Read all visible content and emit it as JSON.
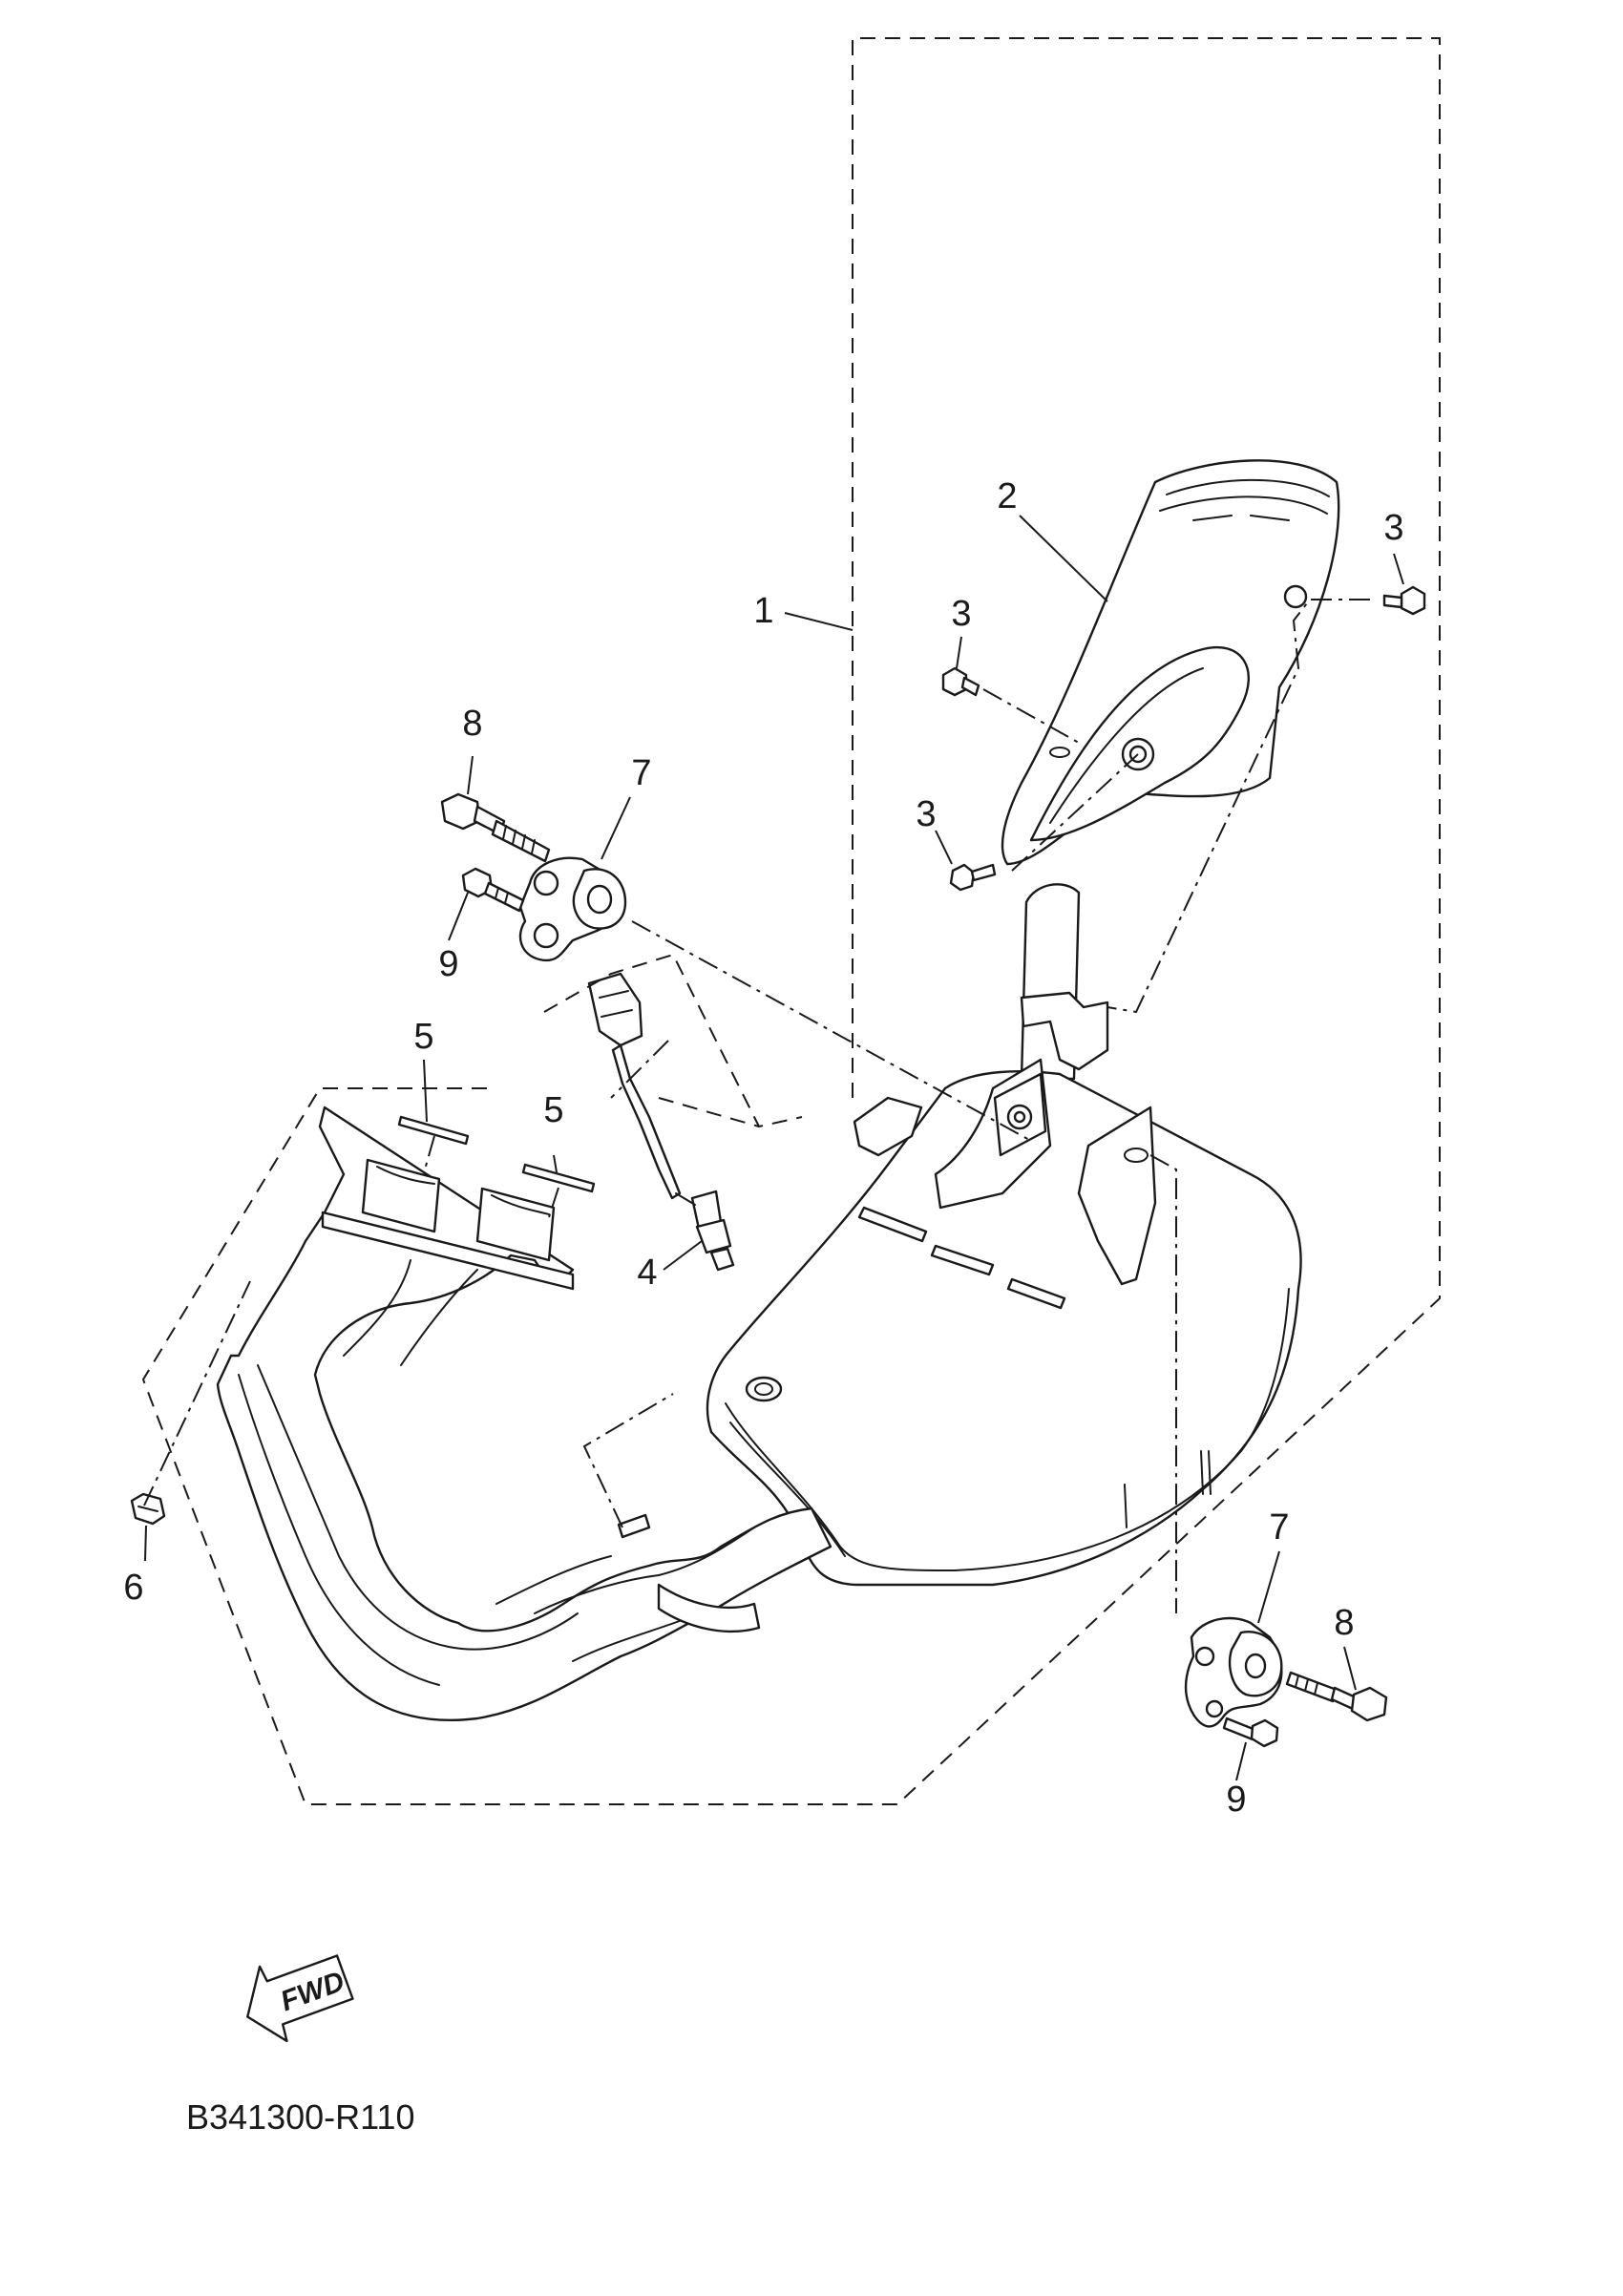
{
  "diagram": {
    "callouts": {
      "c1": "1",
      "c2": "2",
      "c3a": "3",
      "c3b": "3",
      "c3c": "3",
      "c4": "4",
      "c5a": "5",
      "c5b": "5",
      "c6": "6",
      "c7a": "7",
      "c7b": "7",
      "c8a": "8",
      "c8b": "8",
      "c9a": "9",
      "c9b": "9"
    },
    "fwd_label": "FWD",
    "fwd_icon": "fwd-arrow-icon",
    "drawing_code": "B341300-R110"
  }
}
